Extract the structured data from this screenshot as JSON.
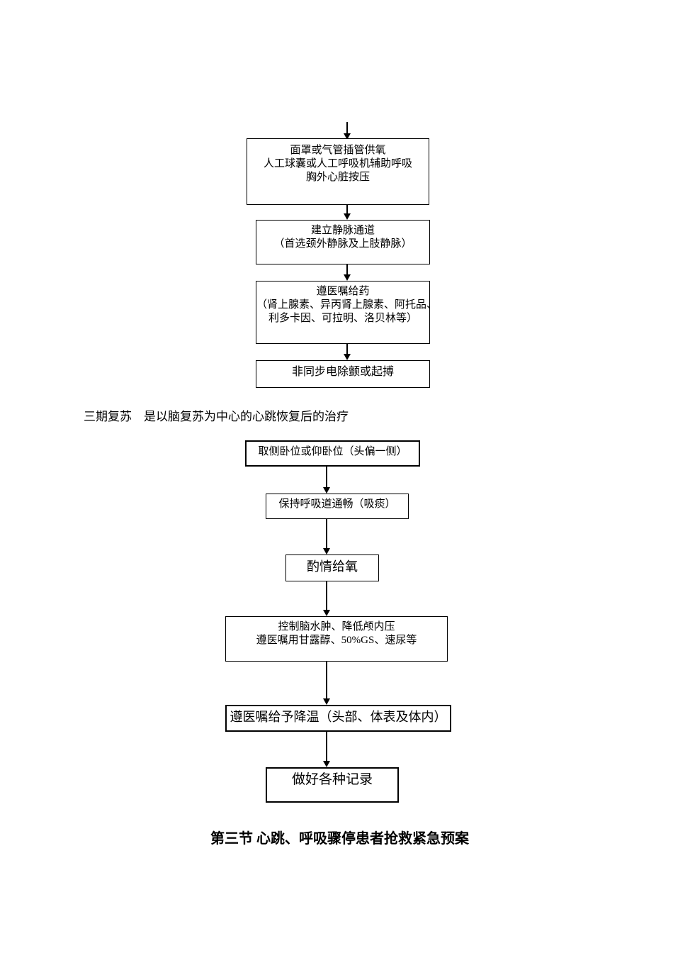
{
  "colors": {
    "ink": "#000000",
    "paper": "#ffffff"
  },
  "flow1": {
    "boxes": [
      {
        "lines": [
          "面罩或气管插管供氧",
          "人工球囊或人工呼吸机辅助呼吸",
          "胸外心脏按压"
        ]
      },
      {
        "lines": [
          "建立静脉通道",
          "（首选颈外静脉及上肢静脉）"
        ]
      },
      {
        "lines": [
          "遵医嘱给药",
          "（肾上腺素、异丙肾上腺素、阿托品、",
          "利多卡因、可拉明、洛贝林等）"
        ]
      },
      {
        "lines": [
          "非同步电除颤或起搏"
        ]
      }
    ]
  },
  "section_note": "三期复苏　是以脑复苏为中心的心跳恢复后的治疗",
  "flow2": {
    "boxes": [
      {
        "lines": [
          "取侧卧位或仰卧位（头偏一侧）"
        ]
      },
      {
        "lines": [
          "保持呼吸道通畅（吸痰）"
        ]
      },
      {
        "lines": [
          "酌情给氧"
        ]
      },
      {
        "lines": [
          "控制脑水肿、降低颅内压",
          "遵医嘱用甘露醇、50%GS、速尿等"
        ]
      },
      {
        "lines": [
          "遵医嘱给予降温（头部、体表及体内）"
        ]
      },
      {
        "lines": [
          "做好各种记录"
        ]
      }
    ]
  },
  "heading": "第三节 心跳、呼吸骤停患者抢救紧急预案"
}
